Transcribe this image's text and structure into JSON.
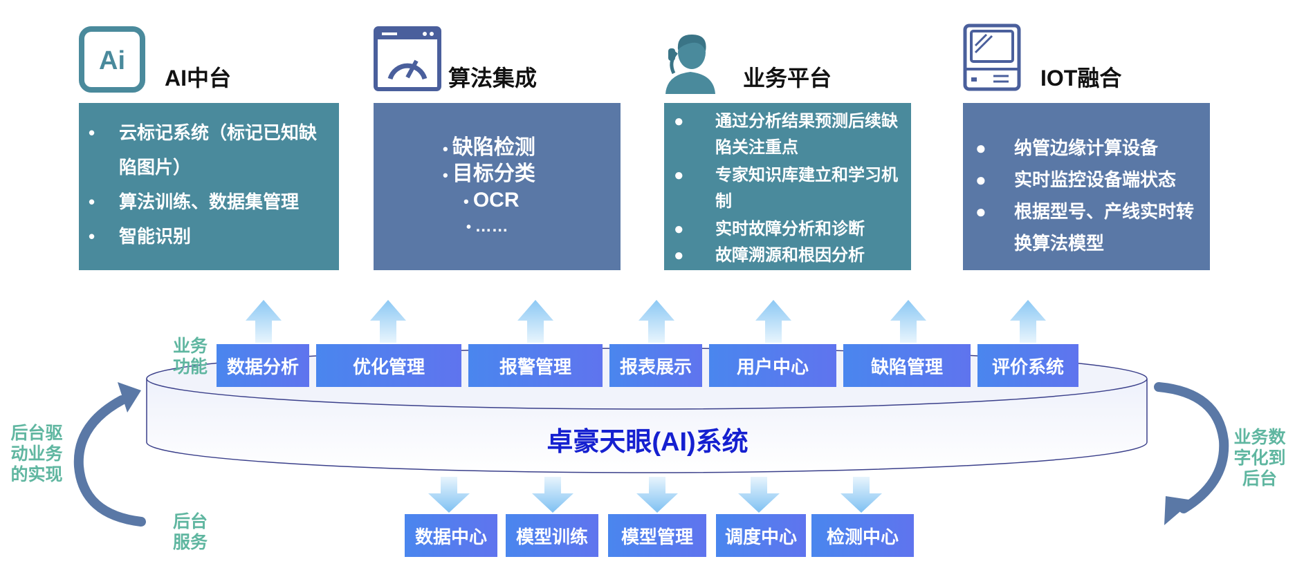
{
  "top": [
    {
      "key": "ai",
      "icon": "ai-icon",
      "title": "AI中台",
      "items": [
        "云标记系统（标记已知缺陷图片）",
        "算法训练、数据集管理",
        "智能识别"
      ]
    },
    {
      "key": "algo",
      "icon": "gauge-window-icon",
      "title": "算法集成",
      "items": [
        "缺陷检测",
        "目标分类",
        "OCR",
        "……"
      ]
    },
    {
      "key": "biz",
      "icon": "operator-headset-icon",
      "title": "业务平台",
      "items": [
        "通过分析结果预测后续缺陷关注重点",
        "专家知识库建立和学习机制",
        "实时故障分析和诊断",
        "故障溯源和根因分析"
      ]
    },
    {
      "key": "iot",
      "icon": "computer-terminal-icon",
      "title": "IOT融合",
      "items": [
        "纳管边缘计算设备",
        "实时监控设备端状态",
        "根据型号、产线实时转换算法模型"
      ]
    }
  ],
  "business_label": "业务\n功能",
  "business_functions": [
    "数据分析",
    "优化管理",
    "报警管理",
    "报表展示",
    "用户中心",
    "缺陷管理",
    "评价系统"
  ],
  "system_title": "卓豪天眼(AI)系统",
  "backend_label": "后台\n服务",
  "backend_services": [
    "数据中心",
    "模型训练",
    "模型管理",
    "调度中心",
    "检测中心"
  ],
  "left_cycle_label": "后台驱\n动业务\n的实现",
  "right_cycle_label": "业务数\n字化到\n后台",
  "colors": {
    "teal_panel": "#4a8a9c",
    "slate_panel": "#5a78a6",
    "button_from": "#4a86ee",
    "button_to": "#5f74ee",
    "title_blue": "#1520d0",
    "side_green": "#5fb6a0",
    "cycle_arrow": "#5a78a6"
  }
}
